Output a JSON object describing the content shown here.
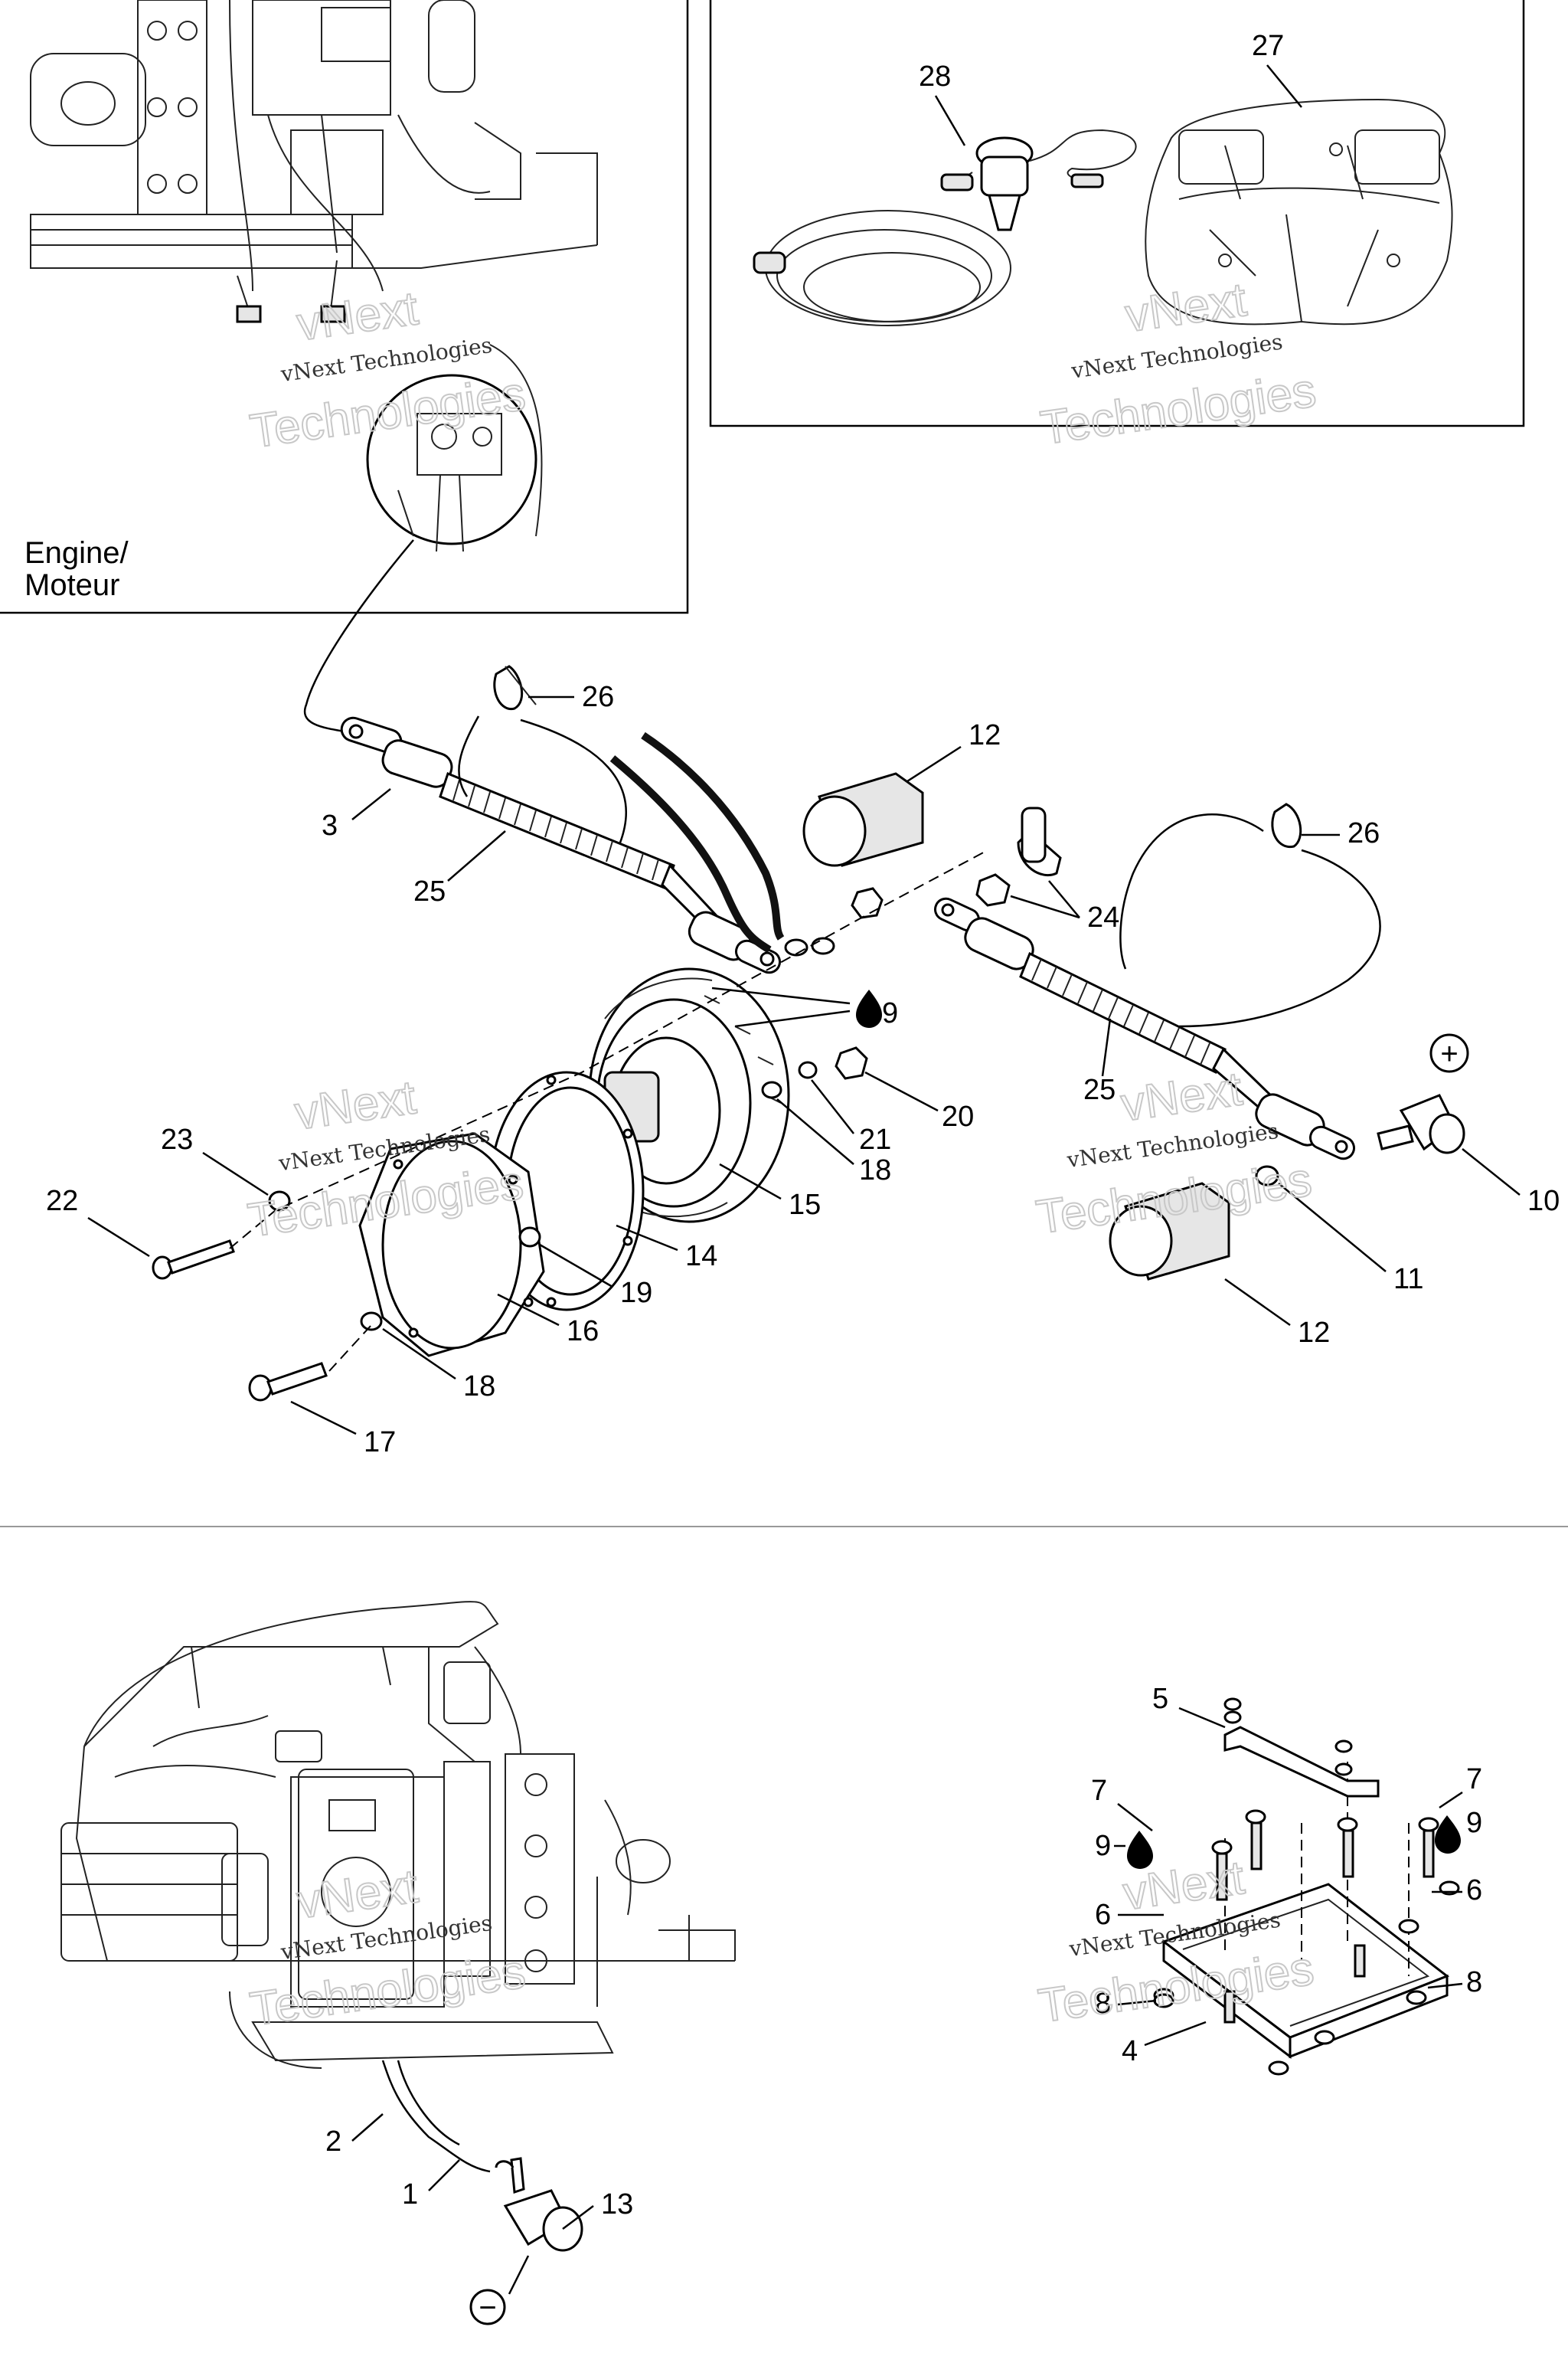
{
  "engine_inset": {
    "label_line1": "Engine/",
    "label_line2": "Moteur"
  },
  "watermark": {
    "small": "vNext Technologies",
    "big": "Technologies",
    "tiny": "vNext"
  },
  "callouts": {
    "c1": "1",
    "c2": "2",
    "c3": "3",
    "c4": "4",
    "c5": "5",
    "c6a": "6",
    "c6b": "6",
    "c7a": "7",
    "c7b": "7",
    "c8a": "8",
    "c8b": "8",
    "c9a": "9",
    "c9b": "9",
    "c9c": "9",
    "c10": "10",
    "c11": "11",
    "c12a": "12",
    "c12b": "12",
    "c13": "13",
    "c14": "14",
    "c15": "15",
    "c16": "16",
    "c17": "17",
    "c18a": "18",
    "c18b": "18",
    "c19": "19",
    "c20": "20",
    "c21": "21",
    "c22": "22",
    "c23": "23",
    "c24": "24",
    "c25a": "25",
    "c25b": "25",
    "c26a": "26",
    "c26b": "26",
    "c27": "27",
    "c28": "28"
  },
  "symbols": {
    "positive": "+",
    "negative": "−"
  },
  "icons": {
    "lubricant": "oil-drop-icon",
    "positive": "plus-circle-icon",
    "negative": "minus-circle-icon"
  }
}
